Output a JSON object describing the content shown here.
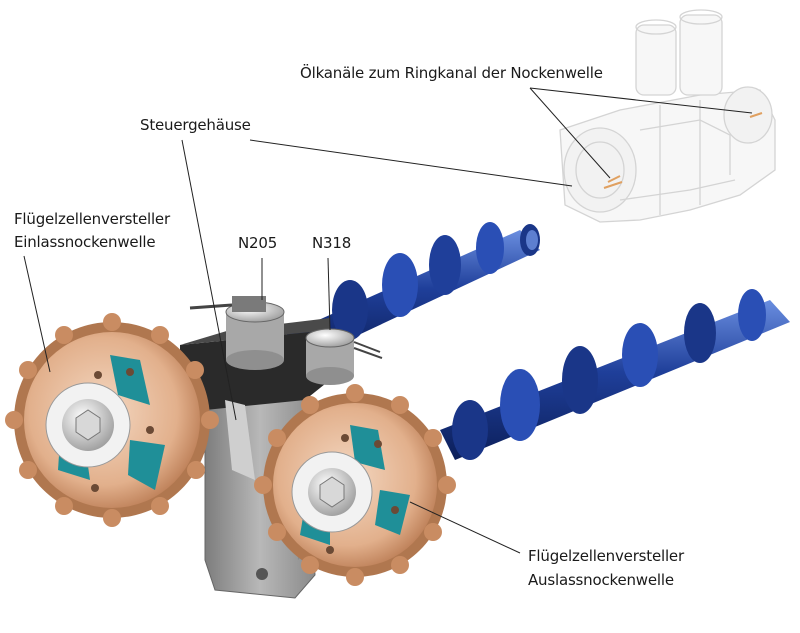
{
  "labels": {
    "oil_channels": "Ölkanäle zum Ringkanal der Nockenwelle",
    "control_housing": "Steuergehäuse",
    "intake_adjuster_line1": "Flügelzellenversteller",
    "intake_adjuster_line2": "Einlassnockenwelle",
    "valve_n205": "N205",
    "valve_n318": "N318",
    "exhaust_adjuster_line1": "Flügelzellenversteller",
    "exhaust_adjuster_line2": "Auslassnockenwelle"
  },
  "colors": {
    "camshaft_blue": "#1f3f9a",
    "sprocket_copper": "#d9a27a",
    "housing_grey": "#9a9a9a",
    "vane_teal": "#1f8f98"
  }
}
